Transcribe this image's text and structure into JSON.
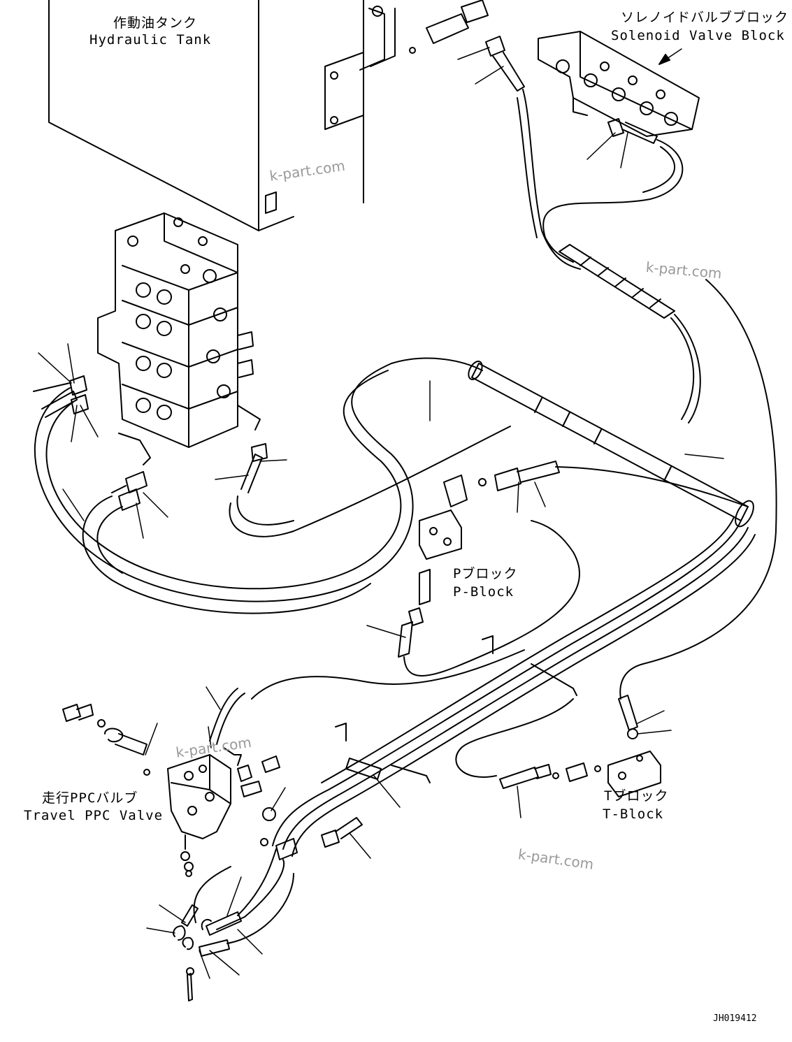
{
  "labels": {
    "hydraulic_tank_jp": "作動油タンク",
    "hydraulic_tank_en": "Hydraulic Tank",
    "solenoid_jp": "ソレノイドバルブブロック",
    "solenoid_en": "Solenoid Valve Block",
    "pblock_jp": "Pブロック",
    "pblock_en": "P-Block",
    "travel_jp": "走行PPCバルブ",
    "travel_en": "Travel PPC Valve",
    "tblock_jp": "Tブロック",
    "tblock_en": "T-Block"
  },
  "watermarks": [
    "k-part.com",
    "k-part.com",
    "k-part.com",
    "k-part.com"
  ],
  "drawing_code": "JH019412",
  "colors": {
    "line": "#000000",
    "watermark": "#9a9a9a",
    "background": "#ffffff"
  }
}
